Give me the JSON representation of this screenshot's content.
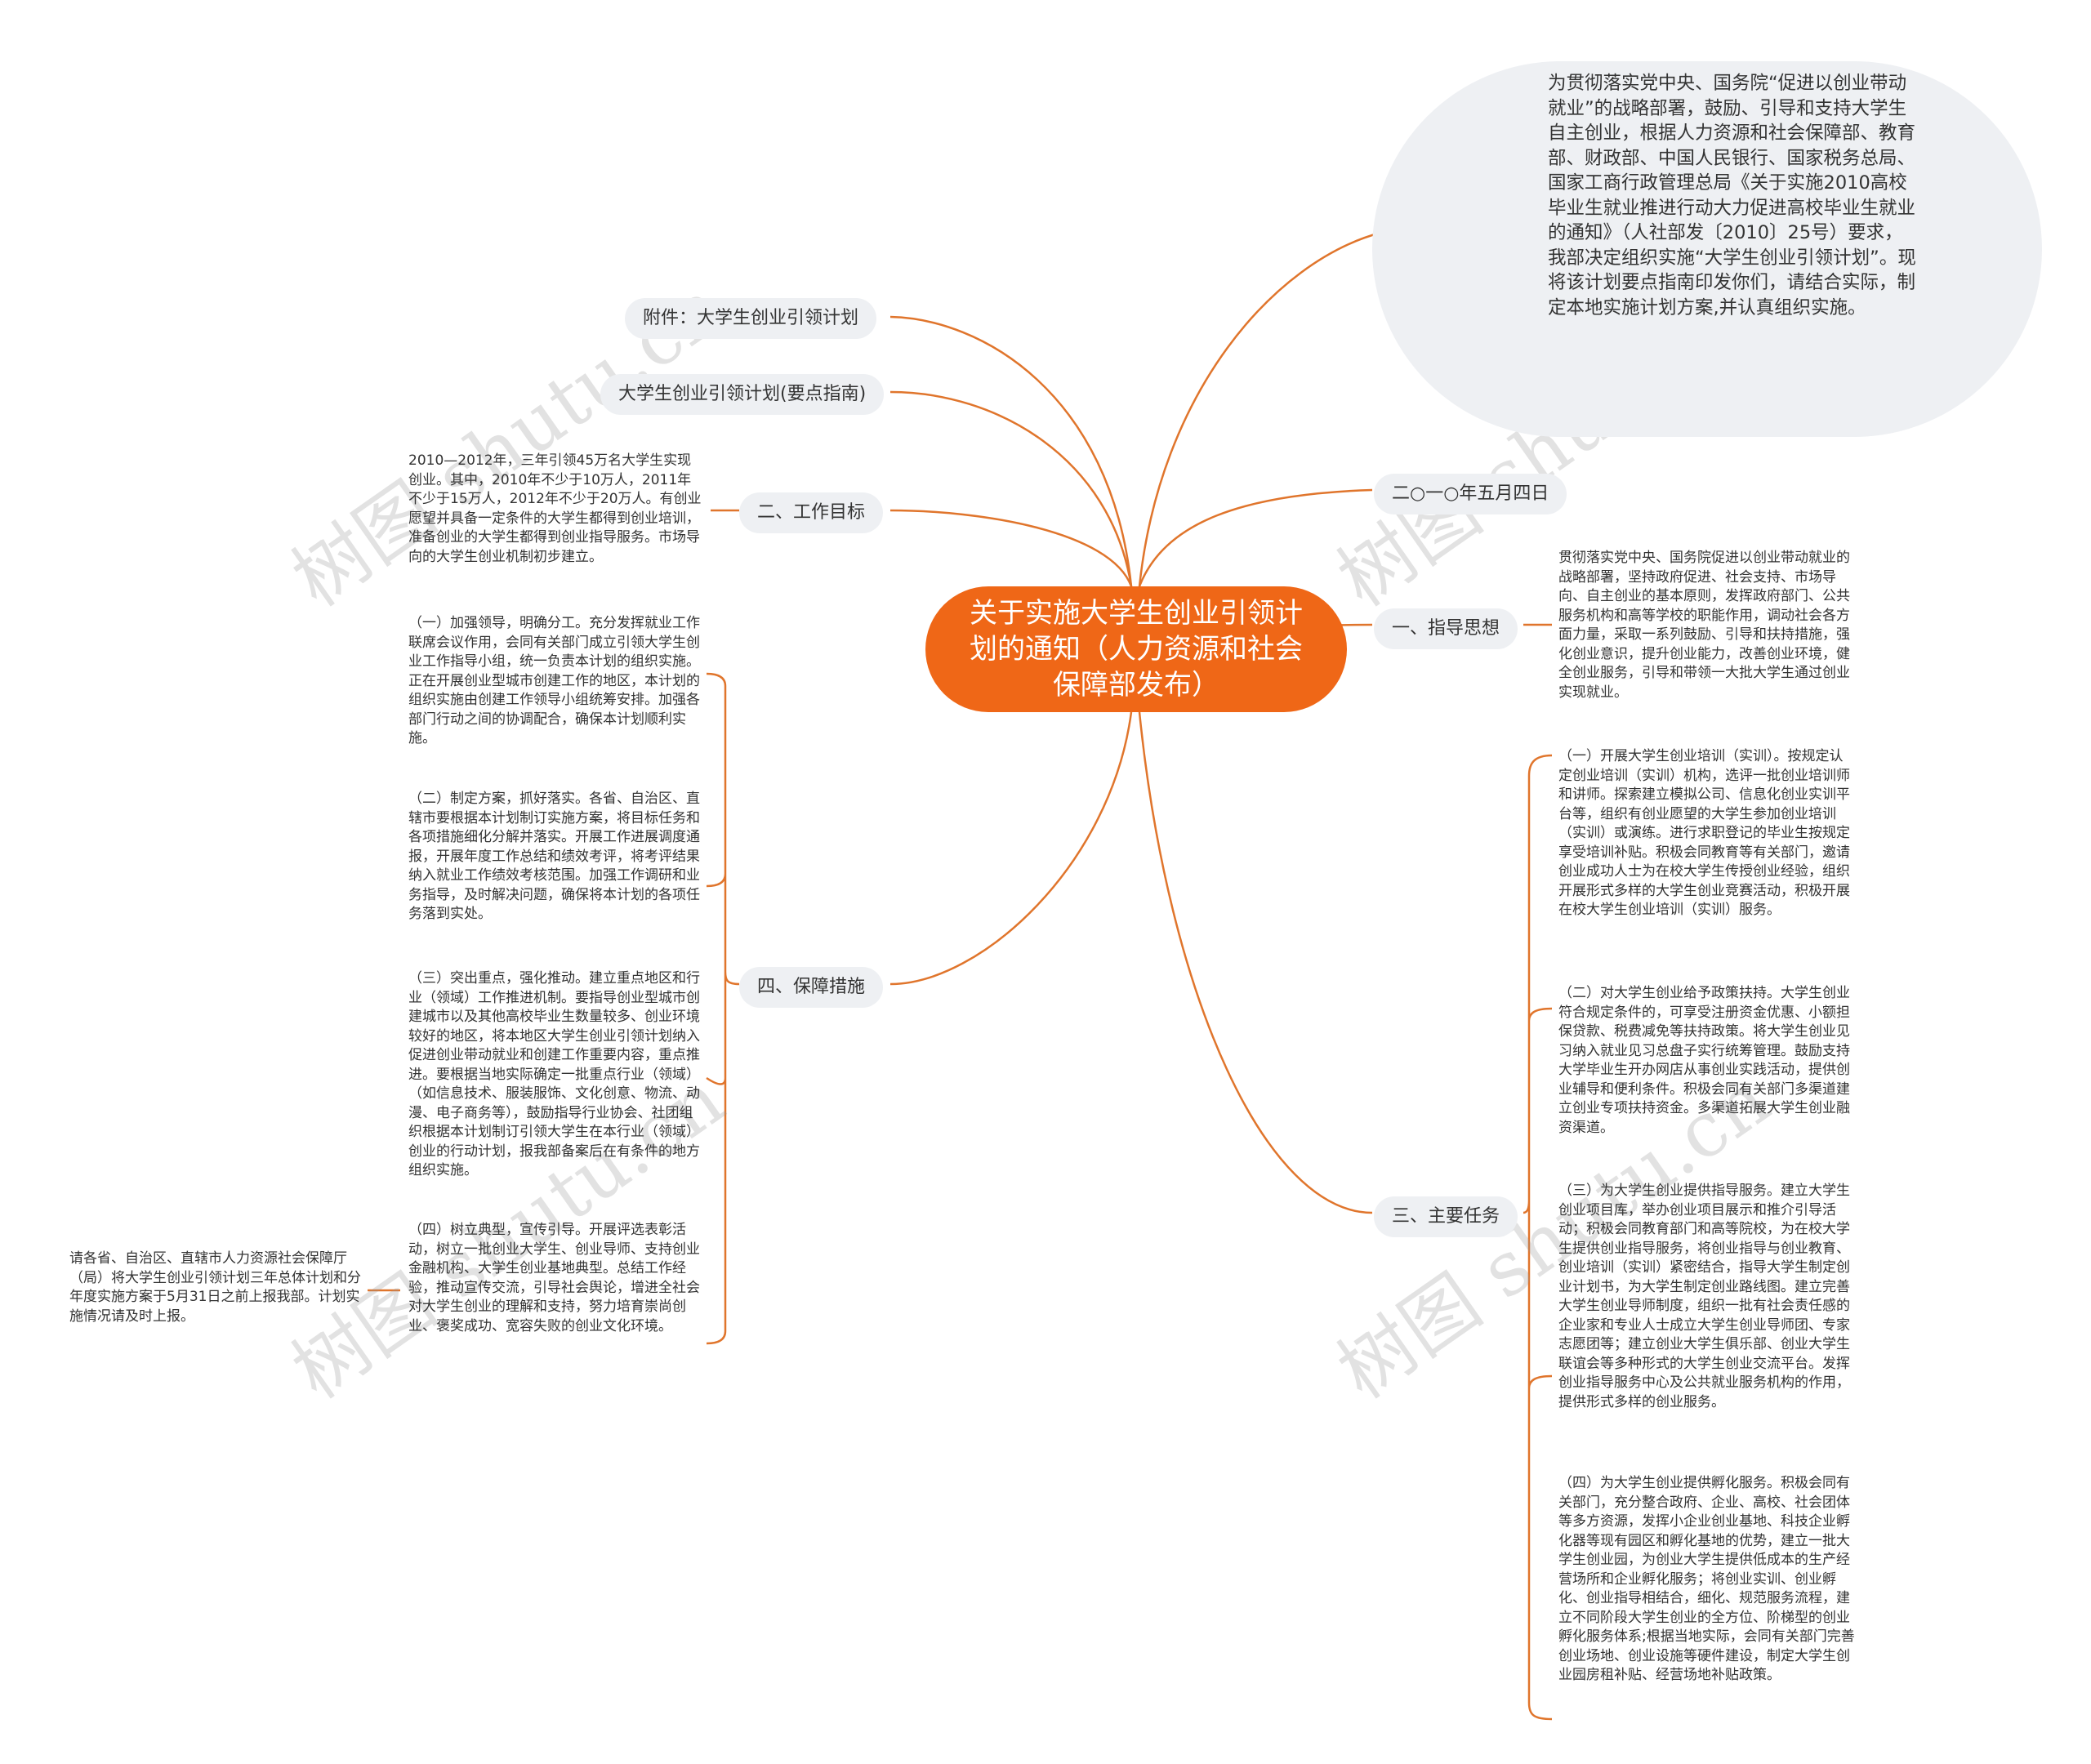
{
  "center": "关于实施大学生创业引领计划的通知（人力资源和社会保障部发布）",
  "watermark": "树图 shutu.cn",
  "right": {
    "intro": "为贯彻落实党中央、国务院“促进以创业带动就业”的战略部署，鼓励、引导和支持大学生自主创业，根据人力资源和社会保障部、教育部、财政部、中国人民银行、国家税务总局、国家工商行政管理总局《关于实施2010高校毕业生就业推进行动大力促进高校毕业生就业的通知》（人社部发〔2010〕25号）要求，我部决定组织实施“大学生创业引领计划”。现将该计划要点指南印发你们，请结合实际，制定本地实施计划方案,并认真组织实施。",
    "date": "二○一○年五月四日",
    "guiding": {
      "label": "一、指导思想",
      "text": "贯彻落实党中央、国务院促进以创业带动就业的战略部署，坚持政府促进、社会支持、市场导向、自主创业的基本原则，发挥政府部门、公共服务机构和高等学校的职能作用，调动社会各方面力量，采取一系列鼓励、引导和扶持措施，强化创业意识，提升创业能力，改善创业环境，健全创业服务，引导和带领一大批大学生通过创业实现就业。"
    },
    "tasks": {
      "label": "三、主要任务",
      "items": [
        "（一）开展大学生创业培训（实训）。按规定认定创业培训（实训）机构，选评一批创业培训师和讲师。探索建立模拟公司、信息化创业实训平台等，组织有创业愿望的大学生参加创业培训（实训）或演练。进行求职登记的毕业生按规定享受培训补贴。积极会同教育等有关部门，邀请创业成功人士为在校大学生传授创业经验，组织开展形式多样的大学生创业竞赛活动，积极开展在校大学生创业培训（实训）服务。",
        "（二）对大学生创业给予政策扶持。大学生创业符合规定条件的，可享受注册资金优惠、小额担保贷款、税费减免等扶持政策。将大学生创业见习纳入就业见习总盘子实行统筹管理。鼓励支持大学毕业生开办网店从事创业实践活动，提供创业辅导和便利条件。积极会同有关部门多渠道建立创业专项扶持资金。多渠道拓展大学生创业融资渠道。",
        "（三）为大学生创业提供指导服务。建立大学生创业项目库，举办创业项目展示和推介引导活动；积极会同教育部门和高等院校，为在校大学生提供创业指导服务，将创业指导与创业教育、创业培训（实训）紧密结合，指导大学生制定创业计划书，为大学生制定创业路线图。建立完善大学生创业导师制度，组织一批有社会责任感的企业家和专业人士成立大学生创业导师团、专家志愿团等；建立创业大学生俱乐部、创业大学生联谊会等多种形式的大学生创业交流平台。发挥创业指导服务中心及公共就业服务机构的作用，提供形式多样的创业服务。",
        "（四）为大学生创业提供孵化服务。积极会同有关部门，充分整合政府、企业、高校、社会团体等多方资源，发挥小企业创业基地、科技企业孵化器等现有园区和孵化基地的优势，建立一批大学生创业园，为创业大学生提供低成本的生产经营场所和企业孵化服务；将创业实训、创业孵化、创业指导相结合，细化、规范服务流程，建立不同阶段大学生创业的全方位、阶梯型的创业孵化服务体系;根据当地实际，会同有关部门完善创业场地、创业设施等硬件建设，制定大学生创业园房租补贴、经营场地补贴政策。"
      ]
    }
  },
  "left": {
    "attachment": "附件：大学生创业引领计划",
    "guide": "大学生创业引领计划(要点指南)",
    "goals": {
      "label": "二、工作目标",
      "text": "2010—2012年，三年引领45万名大学生实现创业。其中，2010年不少于10万人，2011年不少于15万人，2012年不少于20万人。有创业愿望并具备一定条件的大学生都得到创业培训，准备创业的大学生都得到创业指导服务。市场导向的大学生创业机制初步建立。"
    },
    "measures": {
      "label": "四、保障措施",
      "items": [
        "（一）加强领导，明确分工。充分发挥就业工作联席会议作用，会同有关部门成立引领大学生创业工作指导小组，统一负责本计划的组织实施。正在开展创业型城市创建工作的地区，本计划的组织实施由创建工作领导小组统筹安排。加强各部门行动之间的协调配合，确保本计划顺利实施。",
        "（二）制定方案，抓好落实。各省、自治区、直辖市要根据本计划制订实施方案，将目标任务和各项措施细化分解并落实。开展工作进展调度通报，开展年度工作总结和绩效考评，将考评结果纳入就业工作绩效考核范围。加强工作调研和业务指导，及时解决问题，确保将本计划的各项任务落到实处。",
        "（三）突出重点，强化推动。建立重点地区和行业（领域）工作推进机制。要指导创业型城市创建城市以及其他高校毕业生数量较多、创业环境较好的地区，将本地区大学生创业引领计划纳入促进创业带动就业和创建工作重要内容，重点推进。要根据当地实际确定一批重点行业（领域）（如信息技术、服装服饰、文化创意、物流、动漫、电子商务等），鼓励指导行业协会、社团组织根据本计划制订引领大学生在本行业（领域）创业的行动计划，报我部备案后在有条件的地方组织实施。",
        "（四）树立典型，宣传引导。开展评选表彰活动，树立一批创业大学生、创业导师、支持创业金融机构、大学生创业基地典型。总结工作经验，推动宣传交流，引导社会舆论，增进全社会对大学生创业的理解和支持，努力培育崇尚创业、褒奖成功、宽容失败的创业文化环境。"
      ],
      "sub_note": "请各省、自治区、直辖市人力资源社会保障厅（局）将大学生创业引领计划三年总体计划和分年度实施方案于5月31日之前上报我部。计划实施情况请及时上报。"
    }
  },
  "colors": {
    "accent": "#ef6717",
    "line": "#e0752c",
    "pill": "#eef0f3"
  }
}
